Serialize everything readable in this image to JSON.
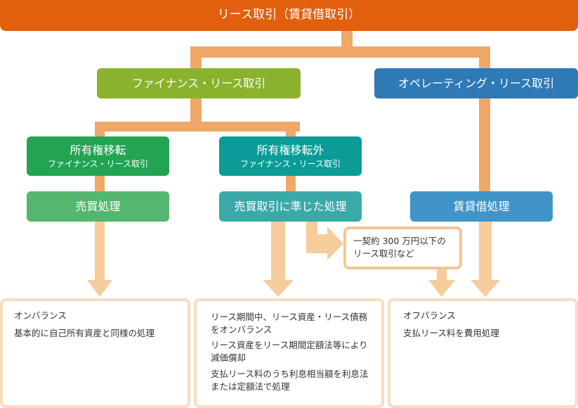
{
  "top": {
    "title": "リース取引（賃貸借取引）"
  },
  "finance": {
    "label": "ファイナンス・リース取引"
  },
  "operating": {
    "label": "オペレーティング・リース取引"
  },
  "ownership_transfer": {
    "line1": "所有権移転",
    "line2": "ファイナンス・リース取引"
  },
  "non_ownership_transfer": {
    "line1": "所有権移転外",
    "line2": "ファイナンス・リース取引"
  },
  "treatment": {
    "sale": "売買処理",
    "sale_like": "売買取引に準じた処理",
    "rental": "賃貸借処理"
  },
  "exception_note": {
    "line1": "一契約 300 万円以下の",
    "line2": "リース取引など"
  },
  "results": {
    "on_balance": {
      "heading": "オンバランス",
      "text": "基本的に自己所有資産と同様の処理"
    },
    "non_transfer": {
      "line1": "リース期間中、リース資産・リース債務をオンバランス",
      "line2": "リース資産をリース期間定額法等により減価償却",
      "line3": "支払リース料のうち利息相当額を利息法または定額法で処理"
    },
    "off_balance": {
      "heading": "オフバランス",
      "text": "支払リース料を費用処理"
    }
  },
  "colors": {
    "top": "#e2600d",
    "finance": "#8ab22d",
    "operating": "#2f79b6",
    "ownership_transfer": "#22a453",
    "non_ownership_transfer": "#0b9c97",
    "sale": "#55b66e",
    "sale_like": "#3aa9a8",
    "rental": "#4194c8",
    "connector": "#f0a868",
    "arrow": "#f6cc9c",
    "result_border": "#f9dcc0"
  }
}
